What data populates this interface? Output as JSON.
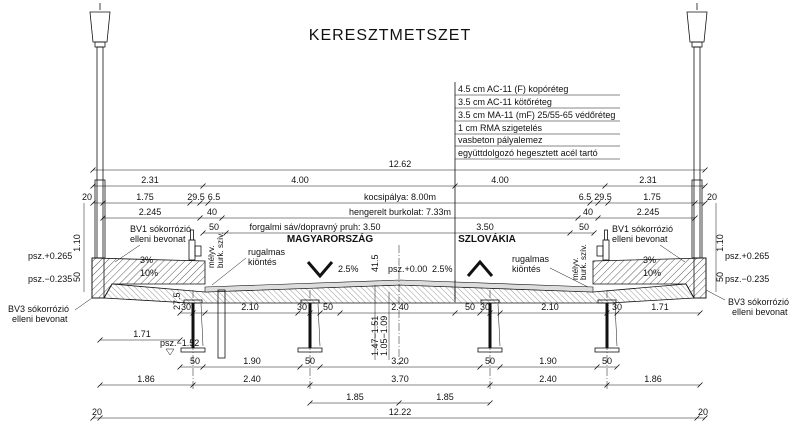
{
  "title": "KERESZTMETSZET",
  "legend_layers": [
    "4.5 cm AC-11 (F) kopóréteg",
    "3.5 cm AC-11 kötőréteg",
    "3.5 cm MA-11 (mF) 25/55-65 védőréteg",
    "1 cm RMA szigetelés",
    "vasbeton pályalemez",
    "együttdolgozó hegesztett acél tartó"
  ],
  "top_dims": {
    "total": "12.62",
    "row1": [
      "2.31",
      "4.00",
      "4.00",
      "2.31"
    ],
    "row2_left": [
      "20",
      "1.75",
      "29.5",
      "6.5"
    ],
    "row2_right": [
      "6.5",
      "29.5",
      "1.75",
      "20"
    ],
    "kocsipalya": "kocsipálya: 8.00m",
    "row3_left": [
      "2.245",
      "40"
    ],
    "row3_right": [
      "40",
      "2.245"
    ],
    "burkolat": "hengerelt burkolat: 7.33m",
    "row4_left": [
      "50"
    ],
    "forgalmi": "forgalmi sáv/dopravný pruh: 3.50",
    "row4_right": [
      "3.50",
      "50"
    ]
  },
  "annotations": {
    "bv1_line1": "BV1 sókorrózió",
    "bv1_line2": "elleni bevonat",
    "bv3_line1": "BV3 sókorrózió",
    "bv3_line2": "elleni bevonat",
    "psz_top": "psz.+0.265",
    "psz_bottom": "psz.−0.235",
    "psz_zero": "psz.+0.00",
    "psz_low": "psz.−1.52",
    "height_110": "1.10",
    "height_50": "50",
    "rugalmas_1": "rugalmas",
    "rugalmas_2": "kiöntés",
    "melyv_1": "mélyv.",
    "melyv_2": "burk. szív.",
    "country_left": "MAGYARORSZÁG",
    "country_right": "SZLOVÁKIA",
    "slope_3": "3%",
    "slope_10": "10%",
    "slope_25": "2.5%",
    "dim_415": "41.5",
    "dim_275": "27.5",
    "dim_depth1": "1.47−1.51",
    "dim_depth2": "1.05−1.09"
  },
  "bottom_dims": {
    "row1": [
      "30",
      "2.10",
      "30",
      "50",
      "2.40",
      "50",
      "30",
      "2.10",
      "30",
      "1.71"
    ],
    "left_171": "1.71",
    "row2": [
      "50",
      "1.90",
      "50",
      "3.20",
      "50",
      "1.90",
      "50"
    ],
    "row3": [
      "1.86",
      "2.40",
      "3.70",
      "2.40",
      "1.86"
    ],
    "row4": [
      "1.85",
      "1.85"
    ],
    "row5": [
      "20",
      "12.22",
      "20"
    ]
  }
}
